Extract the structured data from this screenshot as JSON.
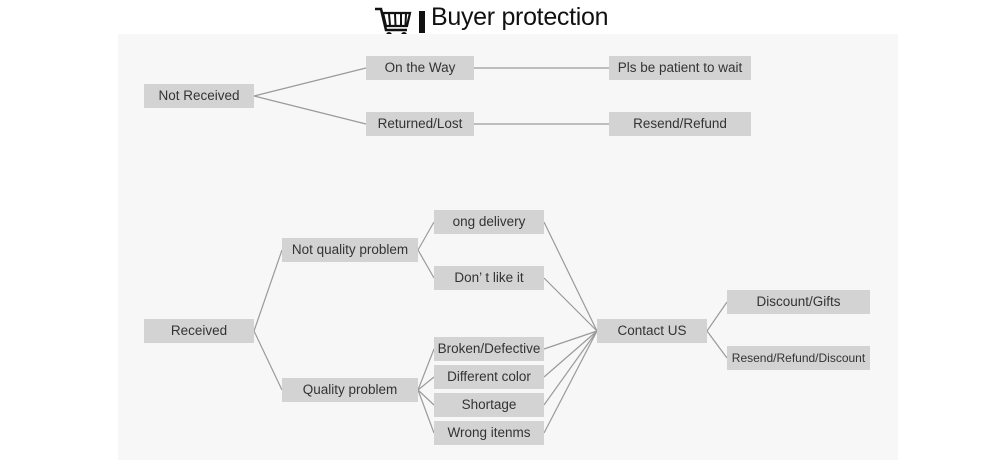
{
  "header": {
    "title": "Buyer protection",
    "icon": "shopping-cart-icon"
  },
  "colors": {
    "node_fill": "#d3d3d3",
    "node_text": "#333333",
    "connector": "#9a9a9a",
    "panel": "#f7f7f7"
  },
  "nodes": {
    "not_received": "Not Received",
    "on_the_way": "On the Way",
    "returned_lost": "Returned/Lost",
    "patient": "Pls be patient to wait",
    "resend_refund": "Resend/Refund",
    "received": "Received",
    "not_quality_problem": "Not quality problem",
    "quality_problem": "Quality problem",
    "long_delivery": "ong delivery",
    "dont_like": "Don’ t like it",
    "broken": "Broken/Defective",
    "different_color": "Different color",
    "shortage": "Shortage",
    "wrong_items": "Wrong itenms",
    "contact_us": "Contact US",
    "discount_gifts": "Discount/Gifts",
    "resend_refund_discount": "Resend/Refund/Discount"
  },
  "edges": [
    [
      "not_received",
      "on_the_way"
    ],
    [
      "not_received",
      "returned_lost"
    ],
    [
      "on_the_way",
      "patient"
    ],
    [
      "returned_lost",
      "resend_refund"
    ],
    [
      "received",
      "not_quality_problem"
    ],
    [
      "received",
      "quality_problem"
    ],
    [
      "not_quality_problem",
      "long_delivery"
    ],
    [
      "not_quality_problem",
      "dont_like"
    ],
    [
      "quality_problem",
      "broken"
    ],
    [
      "quality_problem",
      "different_color"
    ],
    [
      "quality_problem",
      "shortage"
    ],
    [
      "quality_problem",
      "wrong_items"
    ],
    [
      "long_delivery",
      "contact_us"
    ],
    [
      "dont_like",
      "contact_us"
    ],
    [
      "broken",
      "contact_us"
    ],
    [
      "different_color",
      "contact_us"
    ],
    [
      "shortage",
      "contact_us"
    ],
    [
      "wrong_items",
      "contact_us"
    ],
    [
      "contact_us",
      "discount_gifts"
    ],
    [
      "contact_us",
      "resend_refund_discount"
    ]
  ]
}
